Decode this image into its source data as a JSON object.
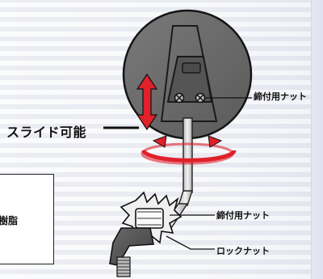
{
  "labels": {
    "slide": "スライド可能",
    "tighten_nut_top": "締付用ナット",
    "tighten_nut_mid": "締付用ナット",
    "lock_nut": "ロックナット",
    "resin_partial": "樹脂"
  },
  "colors": {
    "mirror": "#686868",
    "arrow_red": "#e0202a",
    "metal": "#d9d9d9",
    "dark": "#1b1b1b"
  }
}
